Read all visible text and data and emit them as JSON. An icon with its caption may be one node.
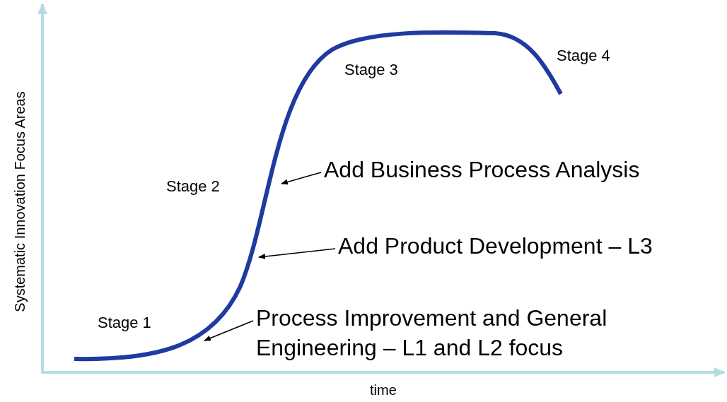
{
  "diagram": {
    "nodes": [
      {
        "text": [
          "Add Business Process Analysis"
        ]
      },
      {
        "text": [
          "Add Product Development – L3"
        ]
      },
      {
        "text": [
          "Process Improvement and General Engineering – L1 and L2 focus"
        ]
      }
    ],
    "edges": [
      {
        "from": 0,
        "to": null,
        "arrow": "to"
      },
      {
        "from": 1,
        "to": null,
        "arrow": "to"
      },
      {
        "from": 2,
        "to": null,
        "arrow": "to"
      }
    ],
    "labels": [
      "Stage 4",
      "Stage 3",
      "Stage 2",
      "Stage 1",
      "Systematic Innovation Focus Areas",
      "time"
    ]
  }
}
